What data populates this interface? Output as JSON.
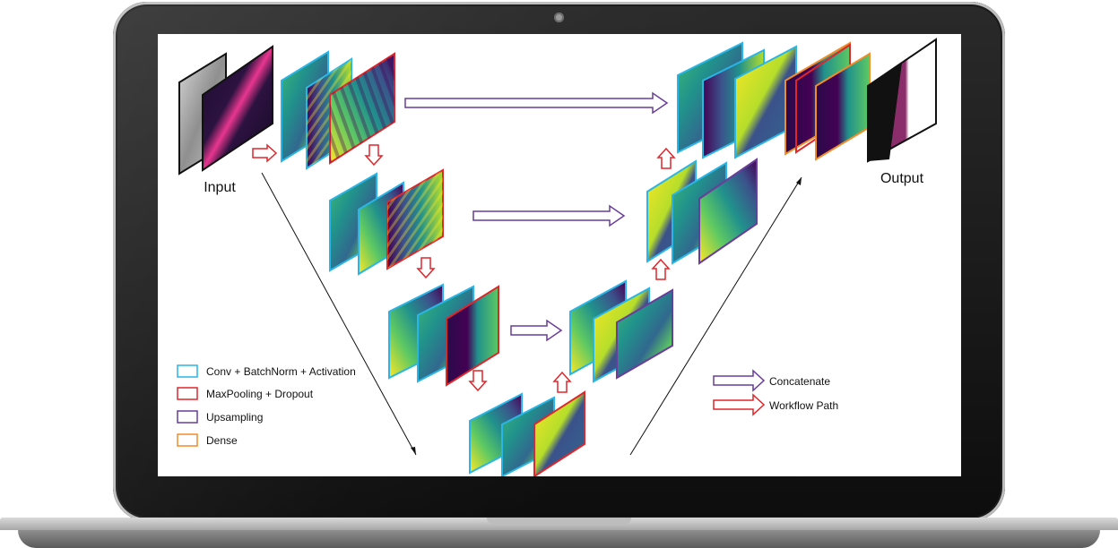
{
  "labels": {
    "input": "Input",
    "output": "Output"
  },
  "legend": [
    {
      "label": "Conv + BatchNorm + Activation",
      "color": "#29b6e6"
    },
    {
      "label": "MaxPooling + Dropout",
      "color": "#e0262b"
    },
    {
      "label": "Upsampling",
      "color": "#6a3d9a"
    },
    {
      "label": "Dense",
      "color": "#f28c28"
    }
  ],
  "arrow_legend": [
    {
      "label": "Concatenate",
      "color": "#6a3d9a"
    },
    {
      "label": "Workflow Path",
      "color": "#e0262b"
    }
  ],
  "colors": {
    "conv": "#29b6e6",
    "pool": "#e0262b",
    "upsample": "#6a3d9a",
    "dense": "#f28c28"
  }
}
